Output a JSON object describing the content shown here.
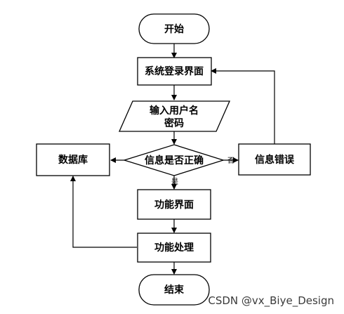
{
  "nodes": {
    "start": "开始",
    "login_ui": "系统登录界面",
    "input_line1": "输入用户名",
    "input_line2": "密码",
    "check": "信息是否正确",
    "error": "信息错误",
    "database": "数据库",
    "function_ui": "功能界面",
    "function_process": "功能处理",
    "end": "结束"
  },
  "edge_labels": {
    "yes": "是",
    "no": "否"
  },
  "watermark": "CSDN @vx_Biye_Design"
}
